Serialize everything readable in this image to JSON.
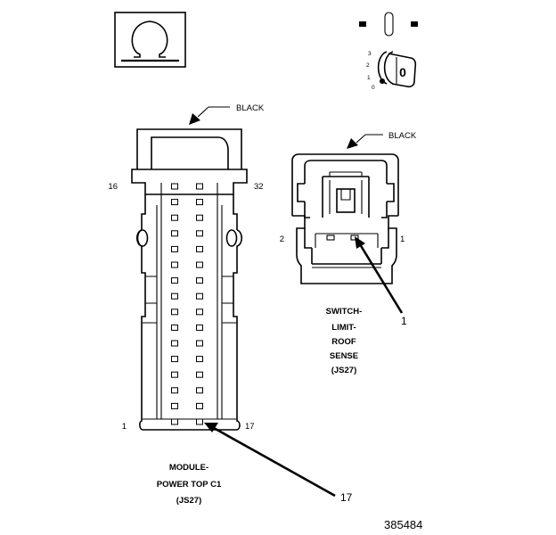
{
  "connector_color_labels": {
    "left": "BLACK",
    "right": "BLACK"
  },
  "left_connector": {
    "pin_label_top_left": "16",
    "pin_label_top_right": "32",
    "pin_label_bottom_left": "1",
    "pin_label_bottom_right": "17",
    "callout_number": "17",
    "name_line1": "MODULE-",
    "name_line2": "POWER TOP C1",
    "name_line3": "(JS27)"
  },
  "right_connector": {
    "pin_label_left": "2",
    "pin_label_right": "1",
    "callout_number": "1",
    "name_line1": "SWITCH-",
    "name_line2": "LIMIT-",
    "name_line3": "ROOF",
    "name_line4": "SENSE",
    "name_line5": "(JS27)"
  },
  "ignition_key_icon": {
    "positions": [
      "3",
      "2",
      "1",
      "0"
    ],
    "key_label": "0"
  },
  "figure_number": "385484"
}
